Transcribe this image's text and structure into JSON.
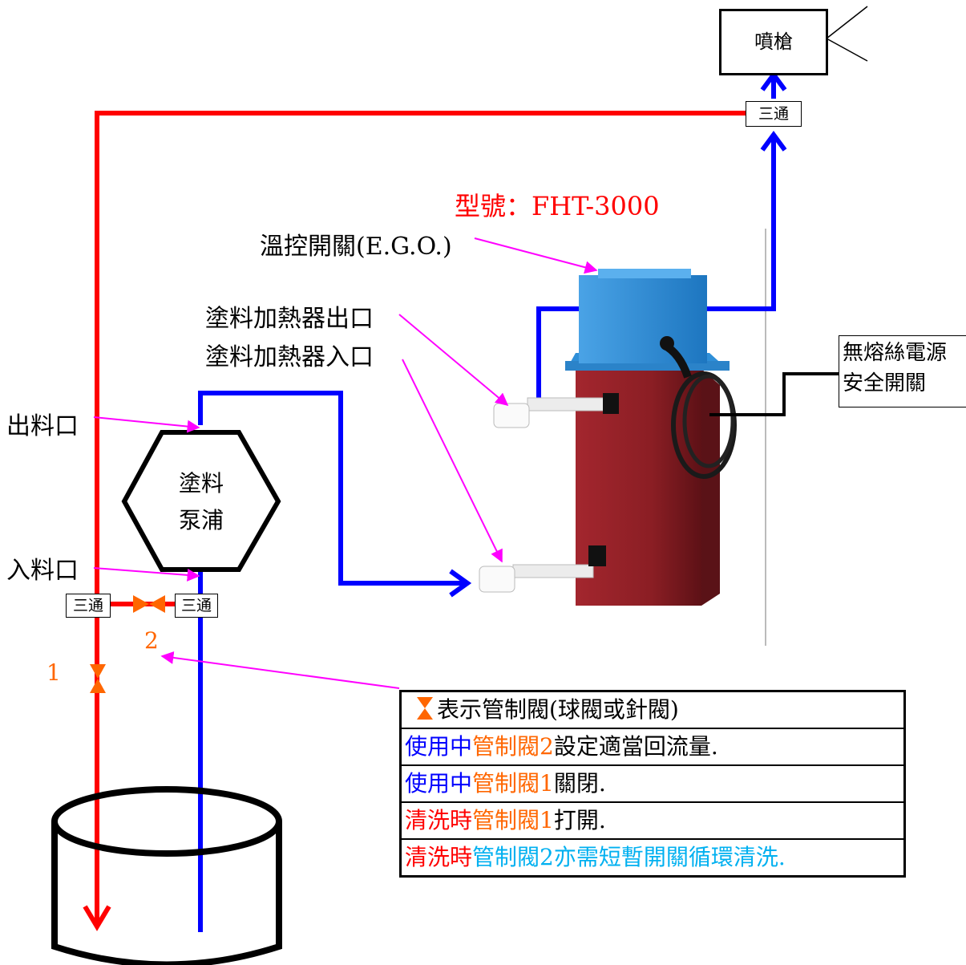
{
  "labels": {
    "spray_gun": "噴槍",
    "tee": "三通",
    "model": "型號：FHT-3000",
    "thermostat": "溫控開關(E.G.O.)",
    "heater_outlet": "塗料加熱器出口",
    "heater_inlet": "塗料加熱器入口",
    "breaker_line1": "無熔絲電源",
    "breaker_line2": "安全開關",
    "pump_outlet": "出料口",
    "pump_inlet": "入料口",
    "pump_line1": "塗料",
    "pump_line2": "泵浦",
    "valve1_number": "1",
    "valve2_number": "2"
  },
  "legend": [
    {
      "segments": [
        {
          "text": "表示管制閥(球閥或針閥)",
          "color": "#000000"
        }
      ],
      "icon": "valve-icon"
    },
    {
      "segments": [
        {
          "text": "使用中",
          "color": "#0000ff"
        },
        {
          "text": "管制閥2",
          "color": "#ff6600"
        },
        {
          "text": "設定適當回流量.",
          "color": "#000000"
        }
      ]
    },
    {
      "segments": [
        {
          "text": "使用中",
          "color": "#0000ff"
        },
        {
          "text": "管制閥1",
          "color": "#ff6600"
        },
        {
          "text": "關閉.",
          "color": "#000000"
        }
      ]
    },
    {
      "segments": [
        {
          "text": "清洗時",
          "color": "#ff0000"
        },
        {
          "text": "管制閥1",
          "color": "#ff6600"
        },
        {
          "text": "打開.",
          "color": "#000000"
        }
      ]
    },
    {
      "segments": [
        {
          "text": "清洗時",
          "color": "#ff0000"
        },
        {
          "text": "管制閥2亦需短暫開關循環清洗.",
          "color": "#00b0f0"
        }
      ]
    }
  ],
  "colors": {
    "supply_line": "#0000ff",
    "return_line": "#ff0000",
    "valve": "#ff6600",
    "pointer": "#ff00ff",
    "heater_body": "#8b1e24",
    "heater_cap": "#2f8fd8"
  }
}
